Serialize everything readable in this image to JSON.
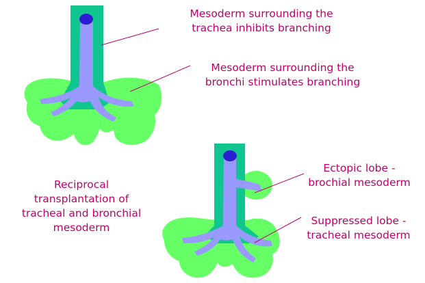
{
  "labels": {
    "trachea_inhibits": [
      "Mesoderm surrounding the",
      "trachea inhibits branching"
    ],
    "bronchi_stimulates": [
      "Mesoderm surrounding the",
      "bronchi stimulates branching"
    ],
    "reciprocal": [
      "Reciprocal",
      "transplantation of",
      "tracheal and bronchial",
      "mesoderm"
    ],
    "ectopic": [
      "Ectopic lobe -",
      "brochial mesoderm"
    ],
    "suppressed": [
      "Suppressed lobe -",
      "tracheal mesoderm"
    ]
  },
  "colors": {
    "text": "#c0006a",
    "lung_mesoderm": "#66ff66",
    "tracheal_mesoderm": "#11c590",
    "epithelium": "#9999ff",
    "lumen": "#2a1ed0",
    "leader_line": "#c0006a"
  }
}
